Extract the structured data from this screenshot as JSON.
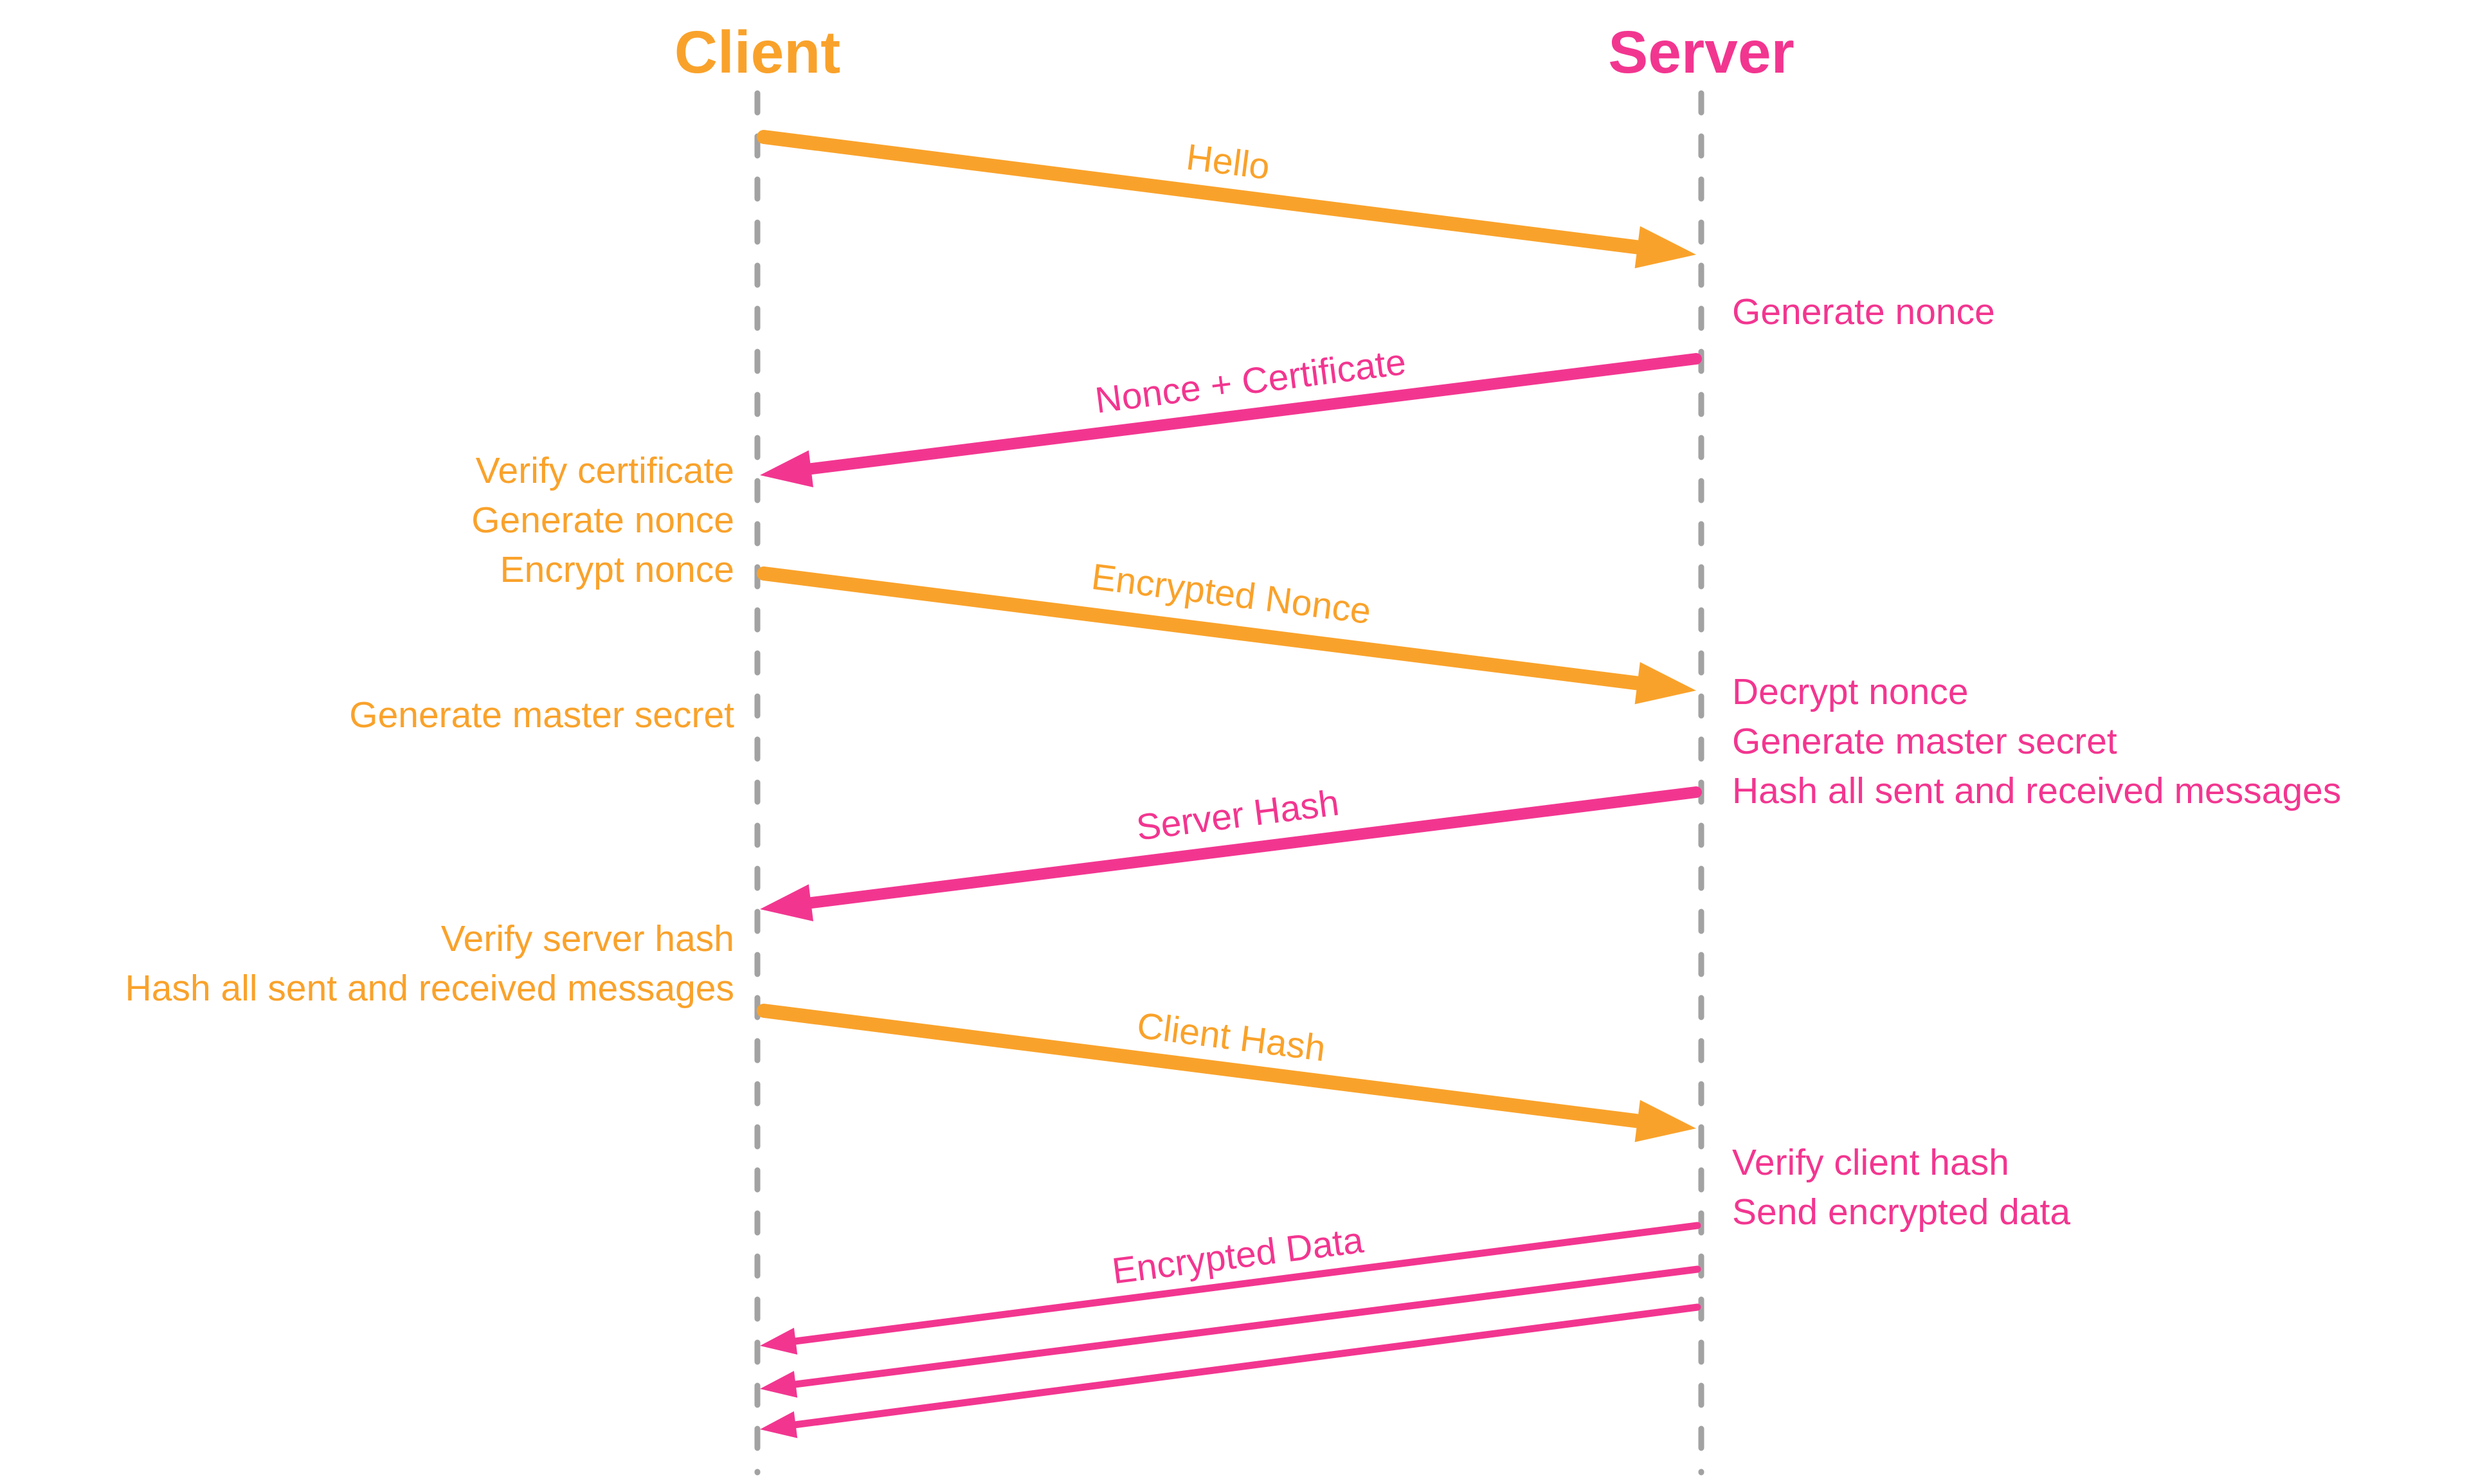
{
  "diagram": {
    "type": "sequence",
    "background": "#FFFFFF",
    "colors": {
      "client_accent": "#F9A22B",
      "server_accent": "#F23690",
      "lifeline_gray": "#A2A2A2"
    },
    "actors": [
      {
        "id": "client",
        "label": "Client"
      },
      {
        "id": "server",
        "label": "Server"
      }
    ],
    "messages": [
      {
        "label": "Hello",
        "from": "Client",
        "to": "Server",
        "arrows": 1
      },
      {
        "label": "Nonce + Certificate",
        "from": "Server",
        "to": "Client",
        "arrows": 1
      },
      {
        "label": "Encrypted Nonce",
        "from": "Client",
        "to": "Server",
        "arrows": 1
      },
      {
        "label": "Server Hash",
        "from": "Server",
        "to": "Client",
        "arrows": 1
      },
      {
        "label": "Client Hash",
        "from": "Client",
        "to": "Server",
        "arrows": 1
      },
      {
        "label": "Encrypted Data",
        "from": "Server",
        "to": "Client",
        "arrows": 3
      }
    ],
    "client_notes": [
      {
        "lines": [
          "Verify certificate",
          "Generate nonce",
          "Encrypt nonce"
        ]
      },
      {
        "lines": [
          "Generate master secret"
        ]
      },
      {
        "lines": [
          "Verify server hash",
          "Hash all sent and received messages"
        ]
      }
    ],
    "server_notes": [
      {
        "lines": [
          "Generate nonce"
        ]
      },
      {
        "lines": [
          "Decrypt nonce",
          "Generate master secret",
          "Hash all sent and received messages"
        ]
      },
      {
        "lines": [
          "Verify client hash",
          "Send encrypted data"
        ]
      }
    ]
  }
}
